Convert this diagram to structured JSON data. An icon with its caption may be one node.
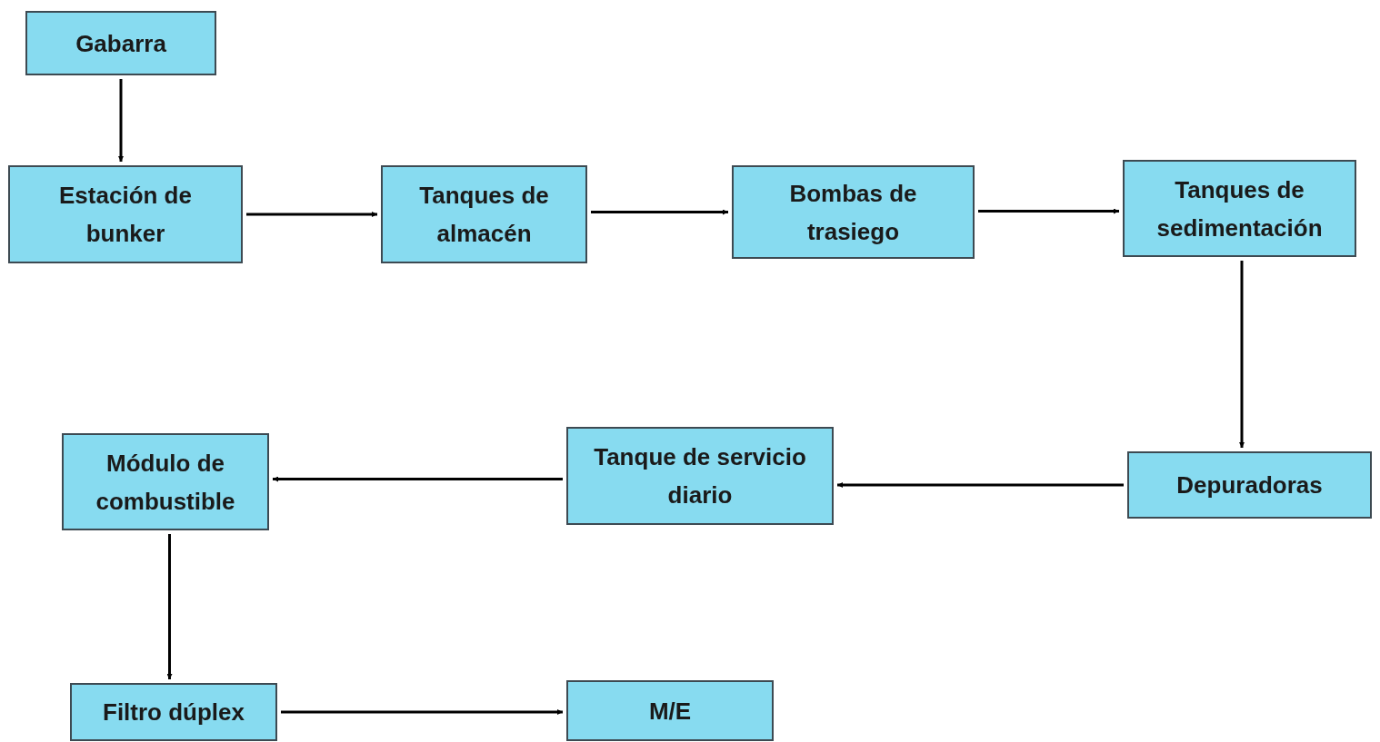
{
  "diagram": {
    "nodes": [
      {
        "text": [
          "Gabarra"
        ]
      },
      {
        "text": [
          "Estación de bunker"
        ]
      },
      {
        "text": [
          "Tanques de almacén"
        ]
      },
      {
        "text": [
          "Bombas de trasiego"
        ]
      },
      {
        "text": [
          "Tanques de sedimentación"
        ]
      },
      {
        "text": [
          "Depuradoras"
        ]
      },
      {
        "text": [
          "Tanque de servicio diario"
        ]
      },
      {
        "text": [
          "Módulo de combustible"
        ]
      },
      {
        "text": [
          "Filtro dúplex"
        ]
      },
      {
        "text": [
          "M/E"
        ]
      }
    ],
    "edges": [
      {
        "from": 0,
        "to": 1,
        "arrow": "to"
      },
      {
        "from": 1,
        "to": 2,
        "arrow": "to"
      },
      {
        "from": 2,
        "to": 3,
        "arrow": "to"
      },
      {
        "from": 3,
        "to": 4,
        "arrow": "to"
      },
      {
        "from": 4,
        "to": 5,
        "arrow": "to"
      },
      {
        "from": 5,
        "to": 6,
        "arrow": "to"
      },
      {
        "from": 6,
        "to": 7,
        "arrow": "to"
      },
      {
        "from": 7,
        "to": 8,
        "arrow": "to"
      },
      {
        "from": 8,
        "to": 9,
        "arrow": "to"
      }
    ]
  }
}
